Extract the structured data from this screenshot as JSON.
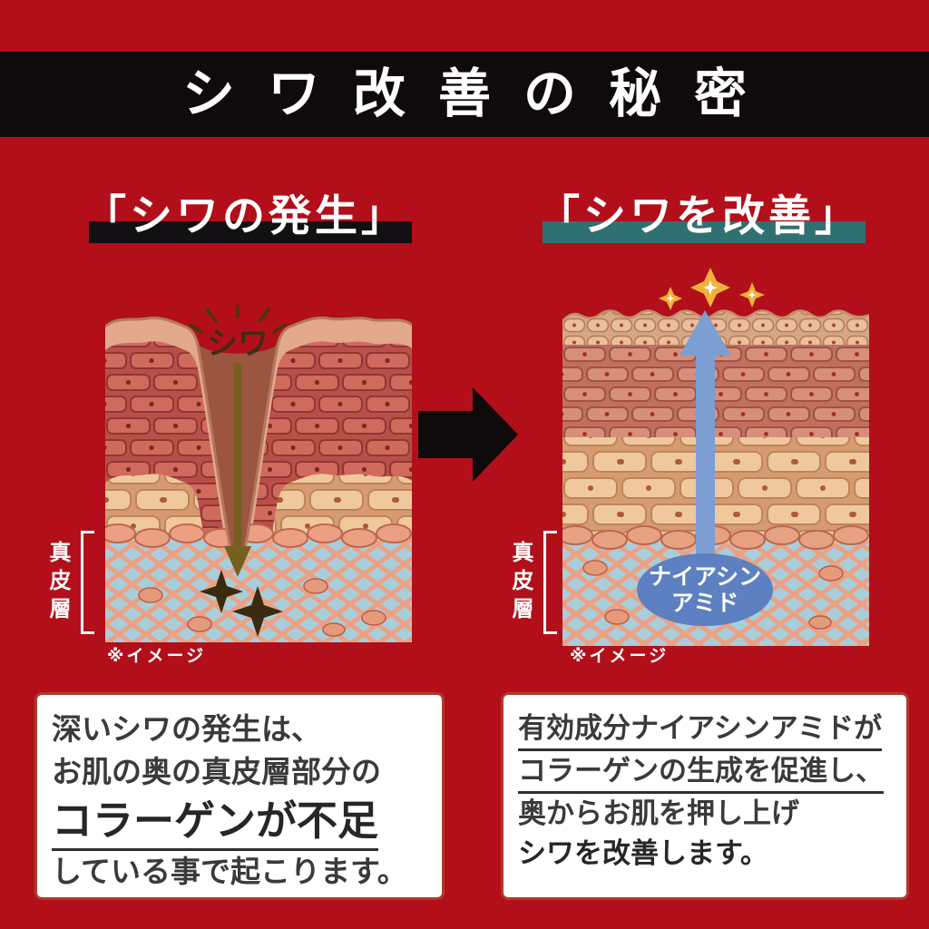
{
  "title": "シワ改善の秘密",
  "left_panel": {
    "heading": "「シワの発生」",
    "wrinkle_label": "シワ",
    "dermis_label": "真皮層",
    "caption": "※イメージ",
    "description": {
      "line1": "深いシワの発生は、",
      "line2": "お肌の奥の真皮層部分の",
      "line3": "コラーゲンが不足",
      "line4": "している事で起こります。"
    }
  },
  "right_panel": {
    "heading": "「シワを改善」",
    "badge_line1": "ナイアシン",
    "badge_line2": "アミド",
    "dermis_label": "真皮層",
    "caption": "※イメージ",
    "description": {
      "line1": "有効成分ナイアシンアミドが",
      "line2": "コラーゲンの生成を促進し、",
      "line3": "奥からお肌を押し上げ",
      "line4": "シワを改善します。"
    }
  },
  "colors": {
    "background": "#b20f1a",
    "header_band": "#0f0b0c",
    "title_text": "#ffffff",
    "left_heading_bar": "#121012",
    "right_heading_bar": "#2f7173",
    "transform_arrow": "#0e0a0b",
    "wrinkle_arrow": "#77601f",
    "improve_arrow": "#7d9ed2",
    "niacinamide_badge": "#5c80c1",
    "dermis_blue": "#a9cedb",
    "sparkle_gold": "#efb23b",
    "description_text": "#3a3a3a"
  }
}
